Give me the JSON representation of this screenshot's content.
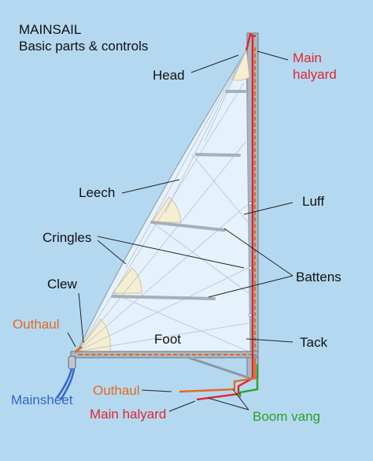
{
  "title": {
    "line1": "MAINSAIL",
    "line2": "Basic parts & controls"
  },
  "labels": {
    "head": "Head",
    "main_halyard_top_1": "Main",
    "main_halyard_top_2": "halyard",
    "leech": "Leech",
    "luff": "Luff",
    "cringles": "Cringles",
    "battens": "Battens",
    "clew": "Clew",
    "outhaul_left": "Outhaul",
    "foot": "Foot",
    "tack": "Tack",
    "mainsheet": "Mainsheet",
    "outhaul_bottom": "Outhaul",
    "main_halyard_bottom": "Main halyard",
    "boom_vang": "Boom vang"
  },
  "colors": {
    "background": "#b5d8f1",
    "sail": "#e6f2fb",
    "reinforcement": "#f5eed0",
    "halyard": "#e0262b",
    "outhaul": "#e26a1c",
    "mainsheet": "#2f66c8",
    "boom_vang": "#2aa12a",
    "text": "#111111"
  }
}
